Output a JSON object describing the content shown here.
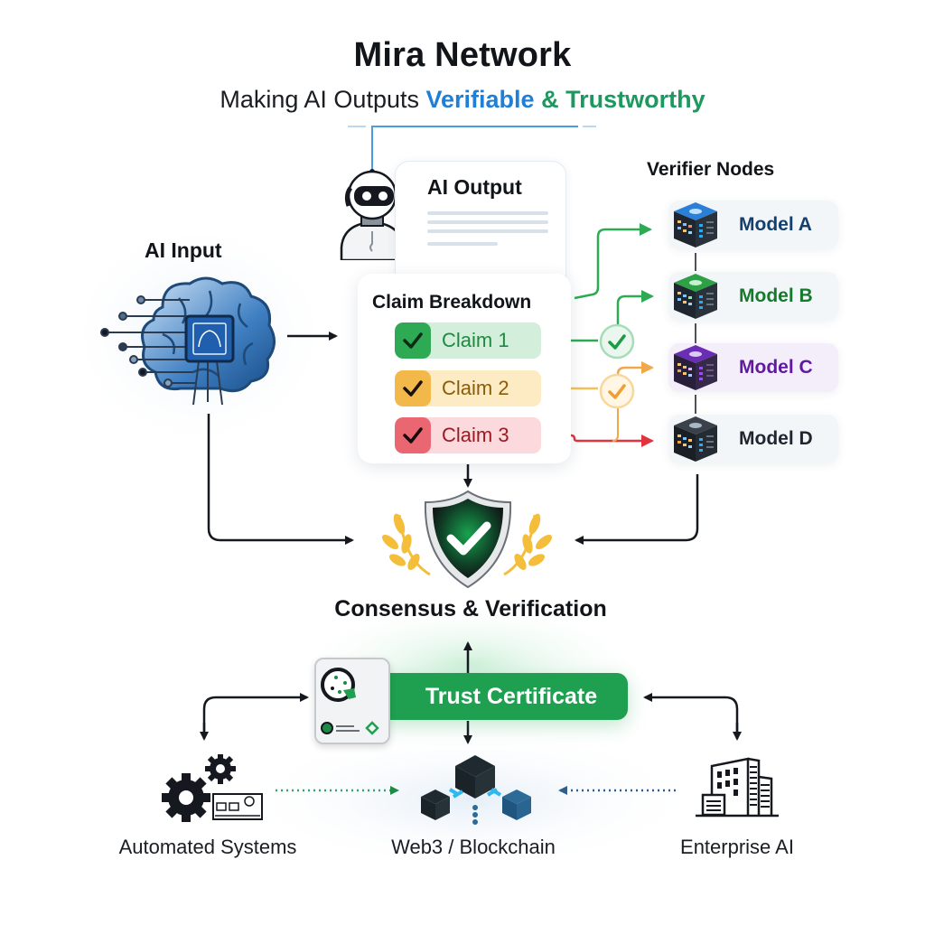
{
  "header": {
    "title": "Mira Network",
    "subtitle_plain": "Making AI Outputs",
    "subtitle_highlight_1": "Verifiable",
    "subtitle_amp": "&",
    "subtitle_highlight_2": "Trustworthy"
  },
  "input": {
    "label": "AI Input",
    "icon": "brain-chip-icon"
  },
  "output": {
    "label": "AI Output",
    "icon": "robot-icon"
  },
  "claims": {
    "title": "Claim Breakdown",
    "items": [
      {
        "label": "Claim 1",
        "status": "verified",
        "color": "#2eaa55",
        "bg": "#d3eedb",
        "text_color": "#1e8a40"
      },
      {
        "label": "Claim 2",
        "status": "partial",
        "color": "#f2b94a",
        "bg": "#fdebc4",
        "text_color": "#8a5c0a"
      },
      {
        "label": "Claim 3",
        "status": "flagged",
        "color": "#ea6670",
        "bg": "#fbd9dc",
        "text_color": "#9b1a22"
      }
    ]
  },
  "verifiers": {
    "title": "Verifier Nodes",
    "models": [
      {
        "label": "Model A",
        "color": "#13406e",
        "cube_top": "#2b7fd6"
      },
      {
        "label": "Model B",
        "color": "#157a2c",
        "cube_top": "#2ea046"
      },
      {
        "label": "Model C",
        "color": "#5f1aa0",
        "cube_top": "#6b2db5"
      },
      {
        "label": "Model D",
        "color": "#1f2630",
        "cube_top": "#3a414a"
      }
    ]
  },
  "consensus": {
    "label": "Consensus & Verification",
    "icon": "shield-check-icon"
  },
  "certificate": {
    "label": "Trust Certificate",
    "icon": "certificate-icon"
  },
  "destinations": [
    {
      "label": "Automated Systems",
      "icon": "gears-icon"
    },
    {
      "label": "Web3 / Blockchain",
      "icon": "blockchain-icon"
    },
    {
      "label": "Enterprise AI",
      "icon": "building-icon"
    }
  ],
  "colors": {
    "accent_blue": "#1f7fd6",
    "accent_green": "#1d9960",
    "cert_green": "#1fa051",
    "arrow_dark": "#15191f",
    "line_green": "#2eaa55",
    "line_orange": "#f0a84a",
    "line_red": "#e0343f"
  }
}
